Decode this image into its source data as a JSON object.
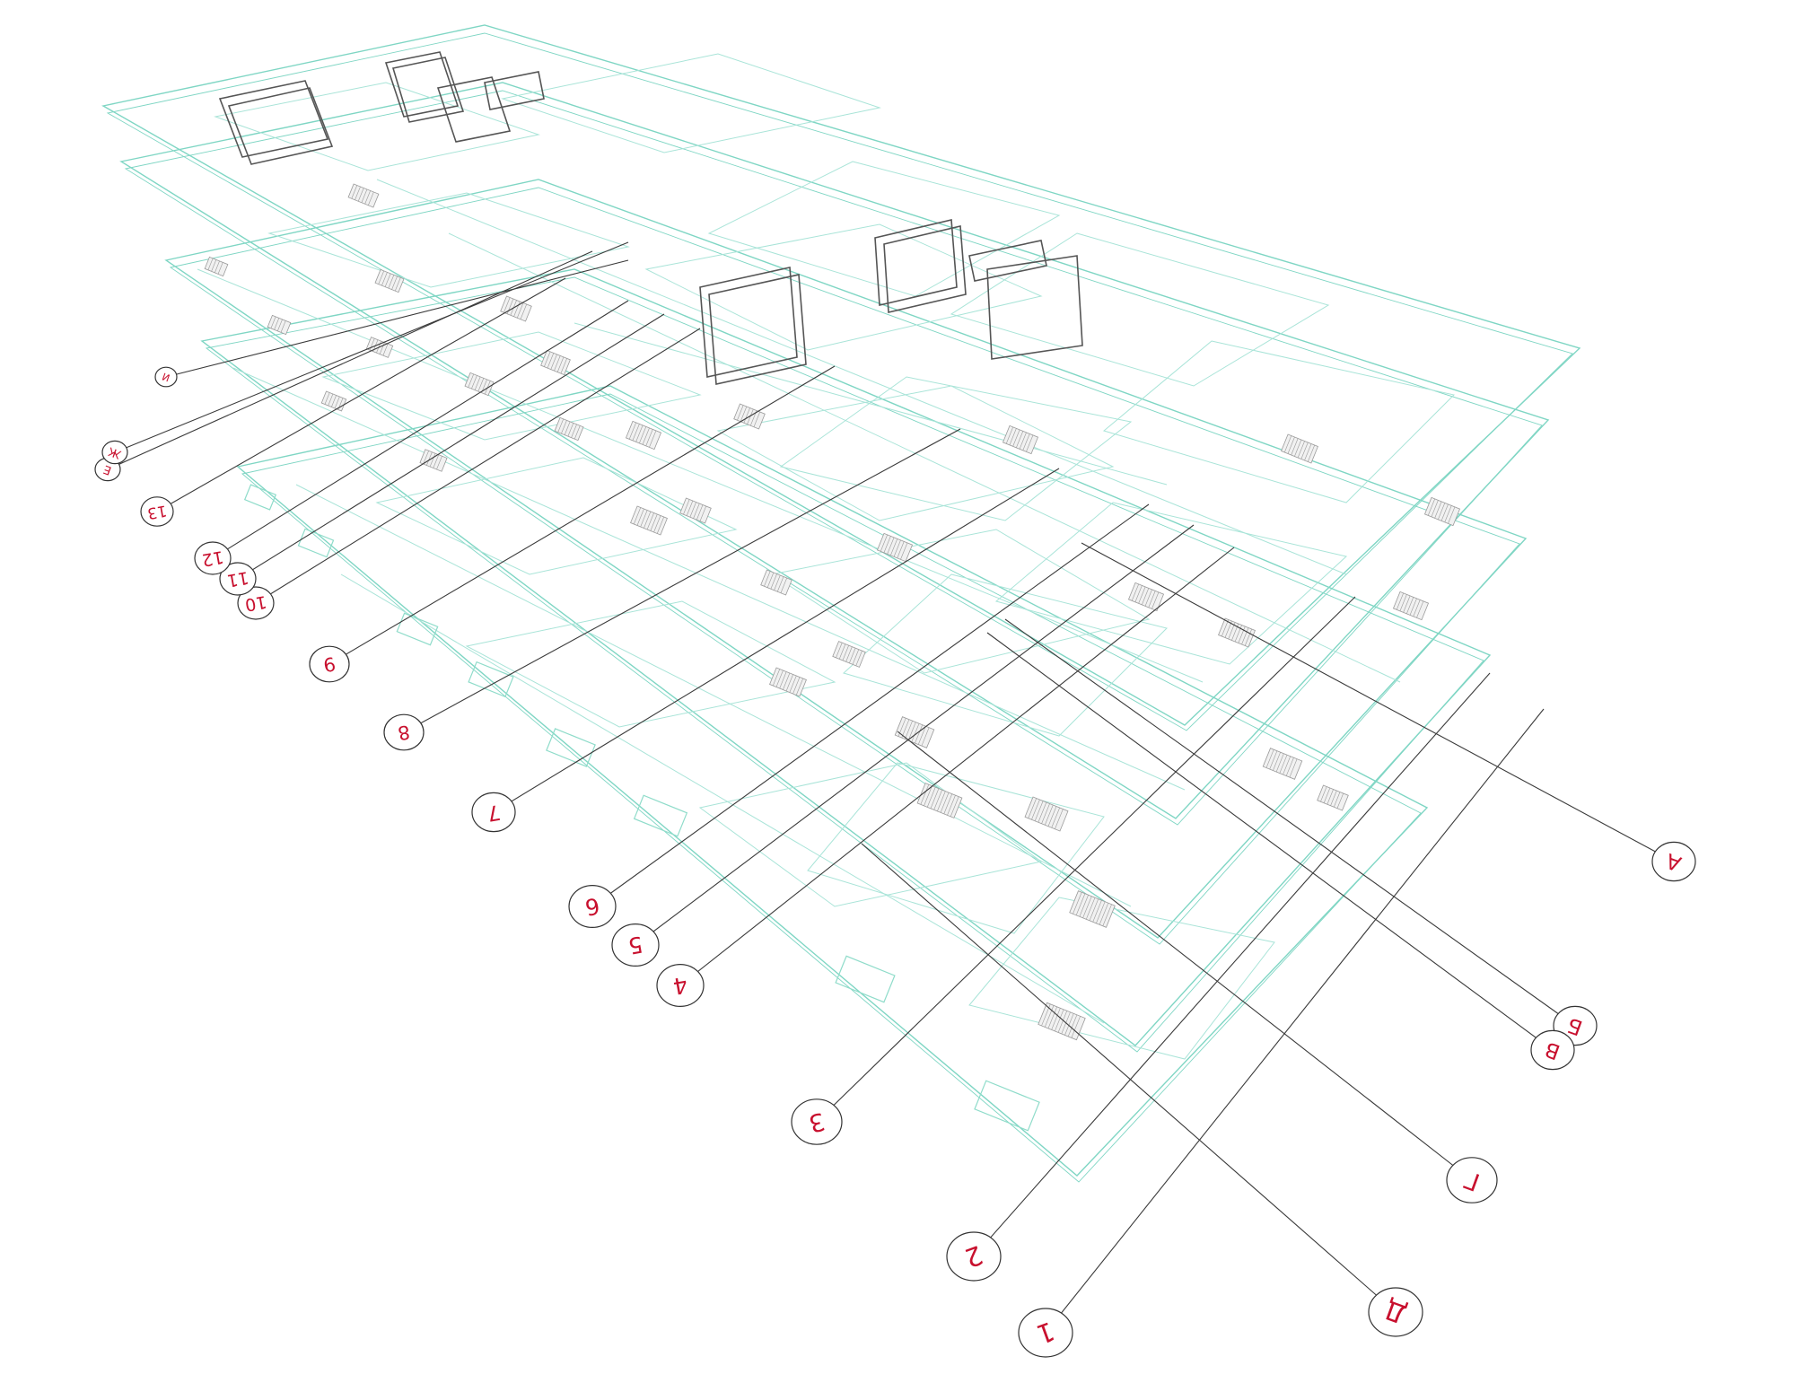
{
  "colors": {
    "slab": "#7fd6c4",
    "room": "#a9e4d8",
    "grid_line": "#3a3a3a",
    "bubble_text": "#c8102e",
    "frame": "#555555",
    "radiator": "#9a9a9a"
  },
  "numbered_axes": [
    "1",
    "2",
    "3",
    "4",
    "5",
    "6",
    "7",
    "8",
    "9",
    "10",
    "11",
    "12",
    "13"
  ],
  "lettered_axes": [
    "А",
    "Б",
    "В",
    "Г",
    "Д",
    "Е",
    "Ж",
    "И"
  ]
}
